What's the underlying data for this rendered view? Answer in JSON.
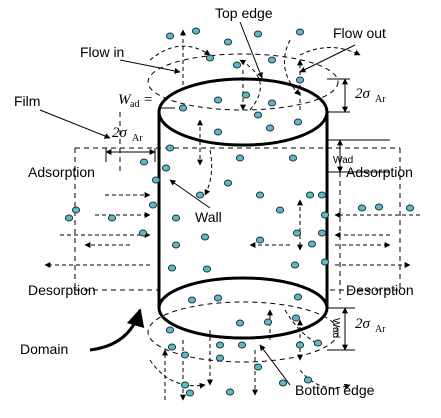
{
  "labels": {
    "top_edge": "Top edge",
    "flow_in": "Flow in",
    "flow_out": "Flow out",
    "film": "Film",
    "w": "W",
    "w_sub": "ad",
    "eq": "=",
    "two_sigma": "2σ",
    "ar": "Ar",
    "adsorption_left": "Adsorption",
    "adsorption_right": "Adsorption",
    "wall": "Wall",
    "desorption_left": "Desorption",
    "desorption_right": "Desorption",
    "domain": "Domain",
    "bottom_edge": "Bottom edge",
    "wad_top": "Wad",
    "wad_bottom": "Wad"
  },
  "colors": {
    "particle_fill": "#5fb8c4",
    "particle_stroke": "#1a3a40",
    "line": "#000000"
  }
}
